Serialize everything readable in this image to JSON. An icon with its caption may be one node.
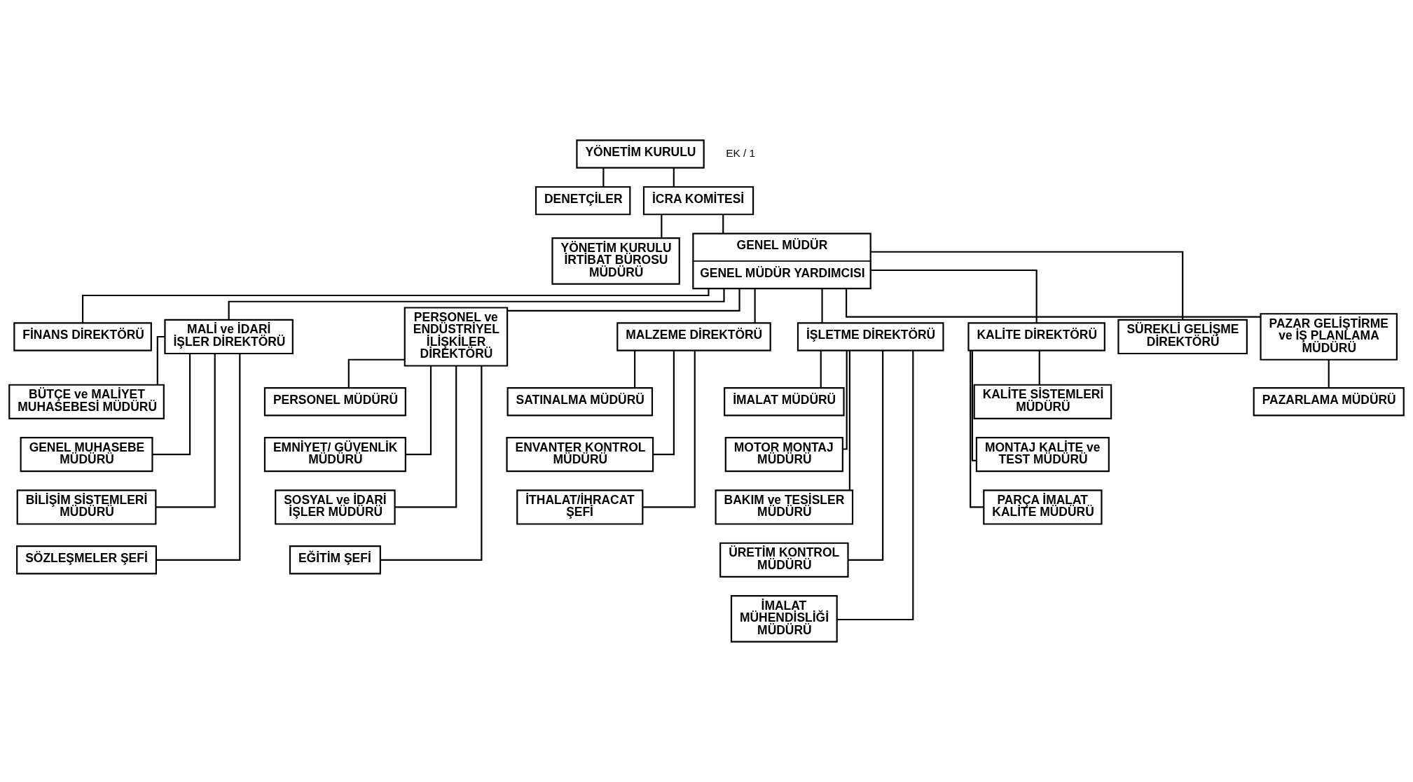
{
  "diagram": {
    "nodes": [
      {
        "text": [
          "YÖNETİM KURULU"
        ]
      },
      {
        "text": [
          "DENETÇİLER"
        ]
      },
      {
        "text": [
          "İCRA KOMİTESİ"
        ]
      },
      {
        "text": [
          "YÖNETİM KURULU İRTİBAT BÜROSU MÜDÜRÜ"
        ]
      },
      {
        "text": [
          "GENEL MÜDÜR",
          "GENEL MÜDÜR YARDIMCISI"
        ]
      },
      {
        "text": [
          "FİNANS DİREKTÖRÜ"
        ]
      },
      {
        "text": [
          "MALİ ve İDARİ İŞLER DİREKTÖRÜ"
        ]
      },
      {
        "text": [
          "PERSONEL ve ENDÜSTRİYEL İLİŞKİLER DİREKTÖRÜ"
        ]
      },
      {
        "text": [
          "MALZEME DİREKTÖRÜ"
        ]
      },
      {
        "text": [
          "İŞLETME DİREKTÖRÜ"
        ]
      },
      {
        "text": [
          "KALİTE DİREKTÖRÜ"
        ]
      },
      {
        "text": [
          "SÜREKLİ GELİŞME DİREKTÖRÜ"
        ]
      },
      {
        "text": [
          "PAZAR GELİŞTİRME ve İŞ PLANLAMA MÜDÜRÜ"
        ]
      },
      {
        "text": [
          "BÜTÇE ve MALİYET MUHASEBESİ MÜDÜRÜ"
        ]
      },
      {
        "text": [
          "GENEL MUHASEBE MÜDÜRÜ"
        ]
      },
      {
        "text": [
          "BİLİŞİM SİSTEMLERİ MÜDÜRÜ"
        ]
      },
      {
        "text": [
          "SÖZLEŞMELER ŞEFİ"
        ]
      },
      {
        "text": [
          "PERSONEL MÜDÜRÜ"
        ]
      },
      {
        "text": [
          "EMNİYET/ GÜVENLİK MÜDÜRÜ"
        ]
      },
      {
        "text": [
          "SOSYAL ve İDARİ İŞLER MÜDÜRÜ"
        ]
      },
      {
        "text": [
          "EĞİTİM ŞEFİ"
        ]
      },
      {
        "text": [
          "SATINALMA MÜDÜRÜ"
        ]
      },
      {
        "text": [
          "ENVANTER KONTROL MÜDÜRÜ"
        ]
      },
      {
        "text": [
          "İTHALAT/İHRACAT ŞEFİ"
        ]
      },
      {
        "text": [
          "İMALAT MÜDÜRÜ"
        ]
      },
      {
        "text": [
          "MOTOR MONTAJ MÜDÜRÜ"
        ]
      },
      {
        "text": [
          "BAKIM ve TESİSLER MÜDÜRÜ"
        ]
      },
      {
        "text": [
          "ÜRETİM KONTROL MÜDÜRÜ"
        ]
      },
      {
        "text": [
          "İMALAT MÜHENDİSLİĞİ MÜDÜRÜ"
        ]
      },
      {
        "text": [
          "KALİTE SİSTEMLERİ MÜDÜRÜ"
        ]
      },
      {
        "text": [
          "MONTAJ KALİTE ve TEST MÜDÜRÜ"
        ]
      },
      {
        "text": [
          "PARÇA İMALAT KALİTE MÜDÜRÜ"
        ]
      },
      {
        "text": [
          "PAZARLAMA MÜDÜRÜ"
        ]
      }
    ],
    "edges": [
      {
        "from": 0,
        "to": 1,
        "arrow": "none"
      },
      {
        "from": 0,
        "to": 2,
        "arrow": "none"
      },
      {
        "from": 2,
        "to": 3,
        "arrow": "none"
      },
      {
        "from": 2,
        "to": 4,
        "arrow": "none"
      },
      {
        "from": 4,
        "to": 5,
        "arrow": "none"
      },
      {
        "from": 4,
        "to": 6,
        "arrow": "none"
      },
      {
        "from": 4,
        "to": 7,
        "arrow": "none"
      },
      {
        "from": 4,
        "to": 8,
        "arrow": "none"
      },
      {
        "from": 4,
        "to": 9,
        "arrow": "none"
      },
      {
        "from": 4,
        "to": 10,
        "arrow": "none"
      },
      {
        "from": 4,
        "to": 11,
        "arrow": "none"
      },
      {
        "from": 4,
        "to": 12,
        "arrow": "none"
      },
      {
        "from": 6,
        "to": 13,
        "arrow": "none"
      },
      {
        "from": 6,
        "to": 14,
        "arrow": "none"
      },
      {
        "from": 6,
        "to": 15,
        "arrow": "none"
      },
      {
        "from": 6,
        "to": 16,
        "arrow": "none"
      },
      {
        "from": 7,
        "to": 17,
        "arrow": "none"
      },
      {
        "from": 7,
        "to": 18,
        "arrow": "none"
      },
      {
        "from": 7,
        "to": 19,
        "arrow": "none"
      },
      {
        "from": 7,
        "to": 20,
        "arrow": "none"
      },
      {
        "from": 8,
        "to": 21,
        "arrow": "none"
      },
      {
        "from": 8,
        "to": 22,
        "arrow": "none"
      },
      {
        "from": 8,
        "to": 23,
        "arrow": "none"
      },
      {
        "from": 9,
        "to": 24,
        "arrow": "none"
      },
      {
        "from": 9,
        "to": 25,
        "arrow": "none"
      },
      {
        "from": 9,
        "to": 26,
        "arrow": "none"
      },
      {
        "from": 9,
        "to": 27,
        "arrow": "none"
      },
      {
        "from": 9,
        "to": 28,
        "arrow": "none"
      },
      {
        "from": 10,
        "to": 29,
        "arrow": "none"
      },
      {
        "from": 10,
        "to": 30,
        "arrow": "none"
      },
      {
        "from": 10,
        "to": 31,
        "arrow": "none"
      },
      {
        "from": 12,
        "to": 32,
        "arrow": "none"
      }
    ],
    "labels": [
      "EK / 1"
    ]
  }
}
